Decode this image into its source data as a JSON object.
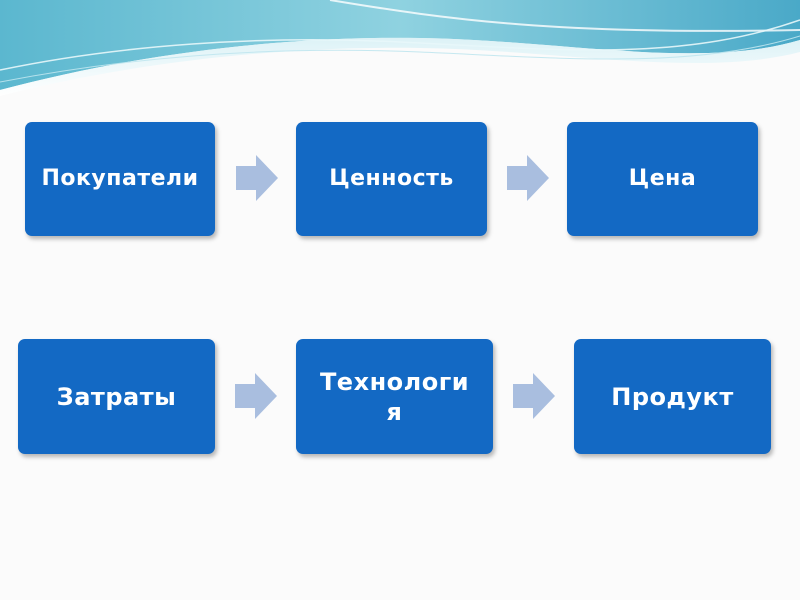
{
  "diagram": {
    "row1": [
      "Покупатели",
      "Ценность",
      "Цена"
    ],
    "row2": [
      "Затраты",
      "Технология",
      "Продукт"
    ]
  },
  "colors": {
    "box": "#1369c4",
    "arrow": "#a9bedf",
    "wave": "#6fc3d6"
  }
}
